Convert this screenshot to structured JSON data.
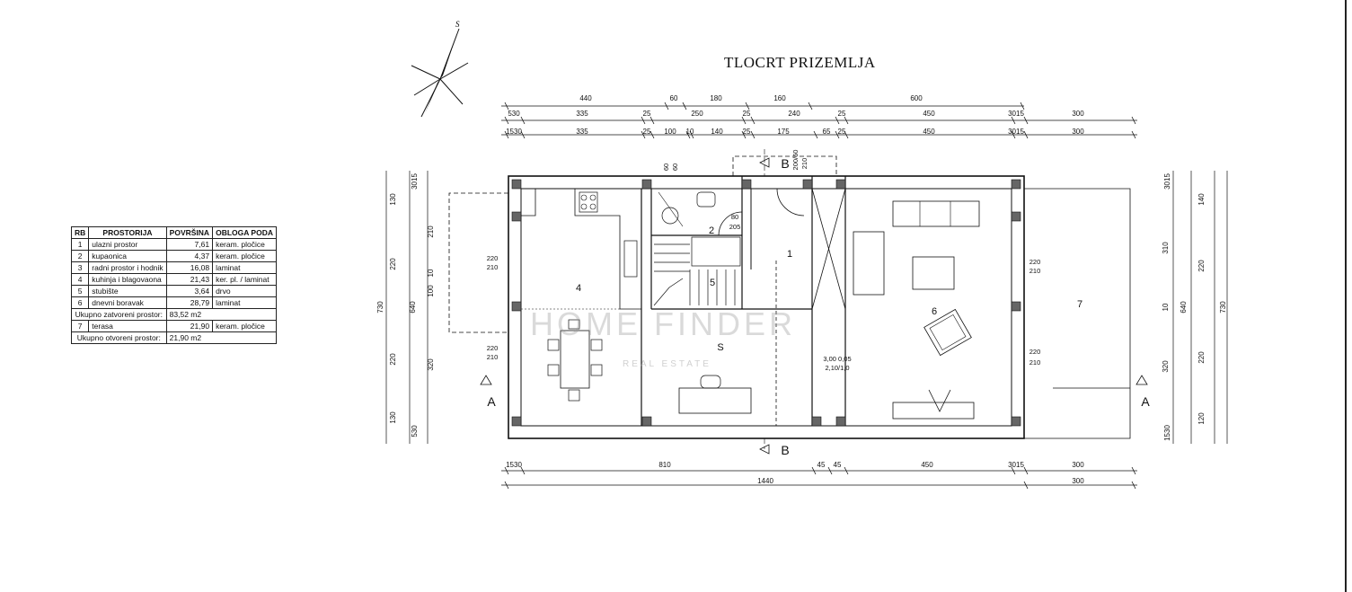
{
  "title": "TLOCRT PRIZEMLJA",
  "north": "S",
  "watermark": {
    "name": "HOME FINDER",
    "sub": "REAL ESTATE"
  },
  "table": {
    "headers": [
      "RB",
      "PROSTORIJA",
      "POVRŠINA",
      "OBLOGA PODA"
    ],
    "rows": [
      [
        "1",
        "ulazni prostor",
        "7,61",
        "keram. pločice"
      ],
      [
        "2",
        "kupaonica",
        "4,37",
        "keram. pločice"
      ],
      [
        "3",
        "radni prostor i hodnik",
        "16,08",
        "laminat"
      ],
      [
        "4",
        "kuhinja i blagovaona",
        "21,43",
        "ker. pl. / laminat"
      ],
      [
        "5",
        "stubište",
        "3,64",
        "drvo"
      ],
      [
        "6",
        "dnevni boravak",
        "28,79",
        "laminat"
      ]
    ],
    "closed_total_label": "Ukupno zatvoreni prostor:",
    "closed_total_value": "83,52 m2",
    "terrace_row": [
      "7",
      "terasa",
      "21,90",
      "keram. pločice"
    ],
    "open_total_label": "Ukupno otvoreni prostor:",
    "open_total_value": "21,90 m2"
  },
  "dims": {
    "top1": [
      "440",
      "60",
      "180",
      "160",
      "600"
    ],
    "top2": [
      "530",
      "335",
      "25",
      "250",
      "25",
      "240",
      "25",
      "450",
      "3015",
      "300"
    ],
    "top3": [
      "1530",
      "335",
      "25",
      "100",
      "10",
      "140",
      "25",
      "175",
      "65",
      "25",
      "450",
      "3015",
      "300"
    ],
    "bottom1": [
      "1530",
      "810",
      "45",
      "45",
      "450",
      "3015",
      "300"
    ],
    "bottom2": [
      "1440",
      "300"
    ],
    "left_outer": [
      "130",
      "220",
      "220",
      "130"
    ],
    "left_total": "730",
    "left_inner": [
      "3015",
      "210",
      "10",
      "100",
      "320",
      "530"
    ],
    "left_small": "640",
    "right_inner": [
      "3015",
      "140",
      "310",
      "10",
      "320",
      "120",
      "1530"
    ],
    "right_outer": [
      "220",
      "220"
    ],
    "right_total": "730",
    "right_small": "640"
  },
  "openings": {
    "k1": [
      "220",
      "210"
    ],
    "k2": [
      "220",
      "210"
    ],
    "l1": [
      "220",
      "210"
    ],
    "l2": [
      "220",
      "210"
    ],
    "bath": [
      "60",
      "60"
    ],
    "door2": [
      "80",
      "205"
    ],
    "door_top": [
      "200/60",
      "210"
    ],
    "corr": [
      "3,00 0,05",
      "2,10/1,0"
    ]
  },
  "rooms": {
    "r1": "1",
    "r2": "2",
    "r4": "4",
    "r5": "5",
    "r6": "6",
    "r7": "7",
    "rs": "S"
  },
  "sections": {
    "a_left": "A",
    "a_right": "A",
    "b_top": "B",
    "b_bottom": "B"
  }
}
